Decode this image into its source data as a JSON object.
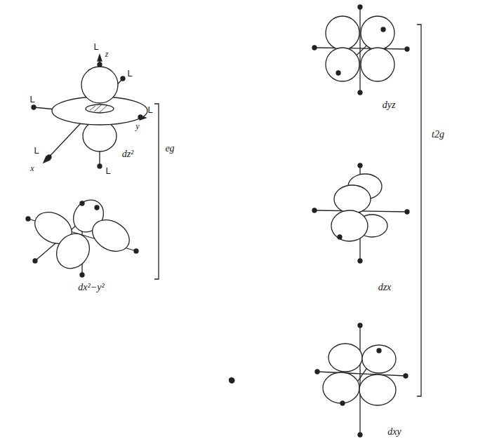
{
  "diagram": {
    "labels": [
      "L",
      "L",
      "L",
      "L",
      "L",
      "L",
      "z",
      "y",
      "x",
      "dz²",
      "eg",
      "dx²−y²",
      "dyz",
      "dzx",
      "dxy",
      "t2g"
    ]
  }
}
